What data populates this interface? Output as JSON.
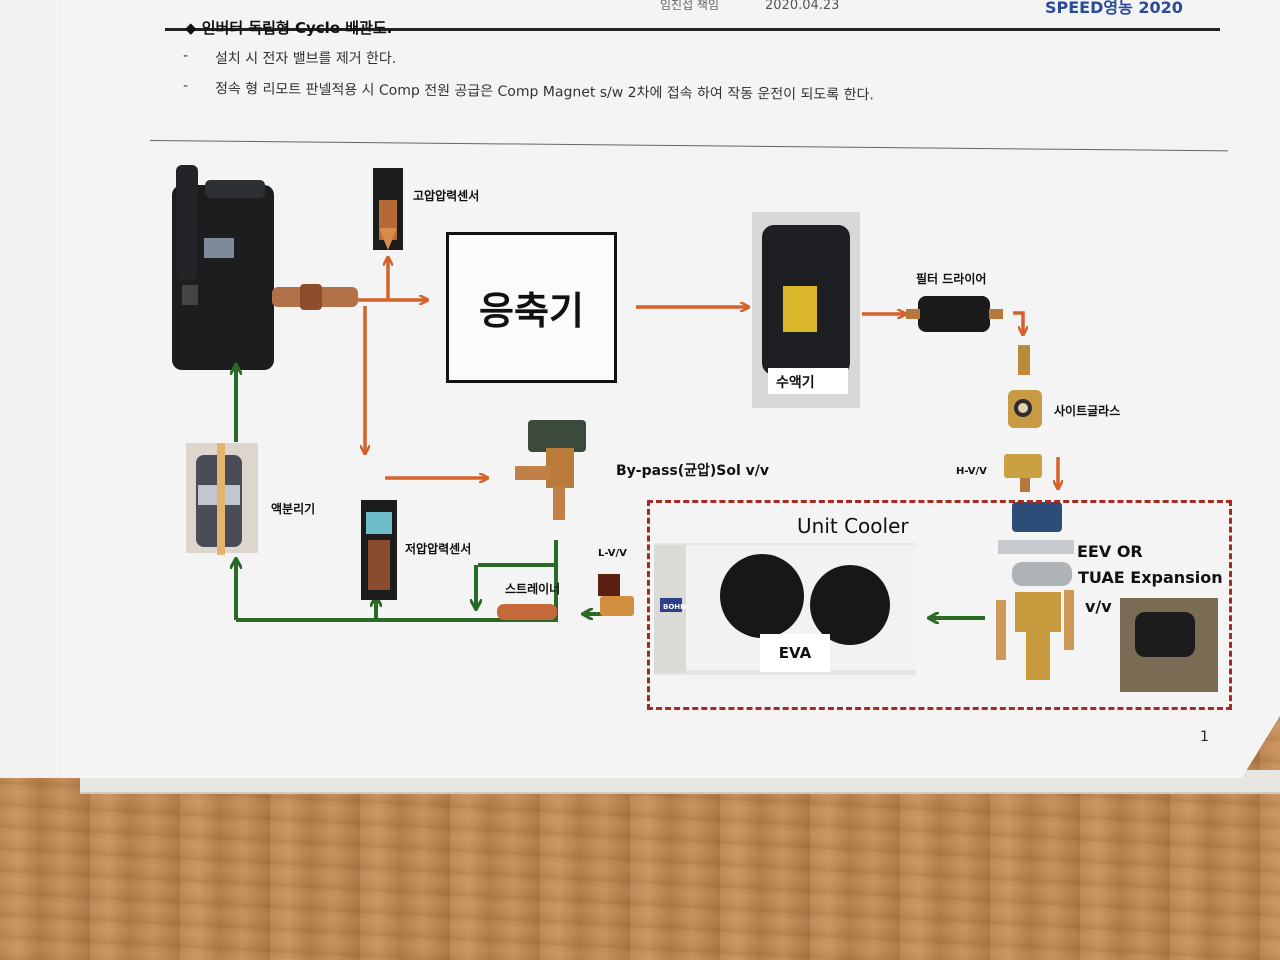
{
  "header": {
    "title_fragment": "임진섭 책임",
    "date": "2020.04.23",
    "brand": "SPEED영농 2020"
  },
  "section": {
    "heading": "◆ 인버터 독립형 Cycle 배관도.",
    "bullets": [
      {
        "dash": "-",
        "text": "설치 시 전자 밸브를 제거 한다."
      },
      {
        "dash": "-",
        "text": "정속 형 리모트 판넬적용 시 Comp 전원 공급은 Comp Magnet s/w 2차에 접속 하여 작동 운전이 되도록 한다."
      }
    ]
  },
  "diagram": {
    "high_pressure_sensor": "고압압력센서",
    "condenser": "응축기",
    "receiver": "수액기",
    "filter_dryer": "필터 드라이어",
    "sight_glass": "사이트글라스",
    "h_valve": "H-V/V",
    "bypass_valve": "By-pass(균압)Sol v/v",
    "accumulator": "액분리기",
    "low_pressure_sensor": "저압압력센서",
    "strainer": "스트레이너",
    "l_valve": "L-V/V",
    "unit_cooler": "Unit Cooler",
    "evaporator": "EVA",
    "expansion_valve_line1": "EEV OR",
    "expansion_valve_line2": "TUAE Expansion",
    "expansion_valve_line3": "v/v",
    "unit_brand": "BOHN"
  },
  "footer": {
    "page_number": "1"
  },
  "colors": {
    "hot_line": "#d4622a",
    "return_line": "#2a6a26",
    "frame": "#a52a22"
  }
}
